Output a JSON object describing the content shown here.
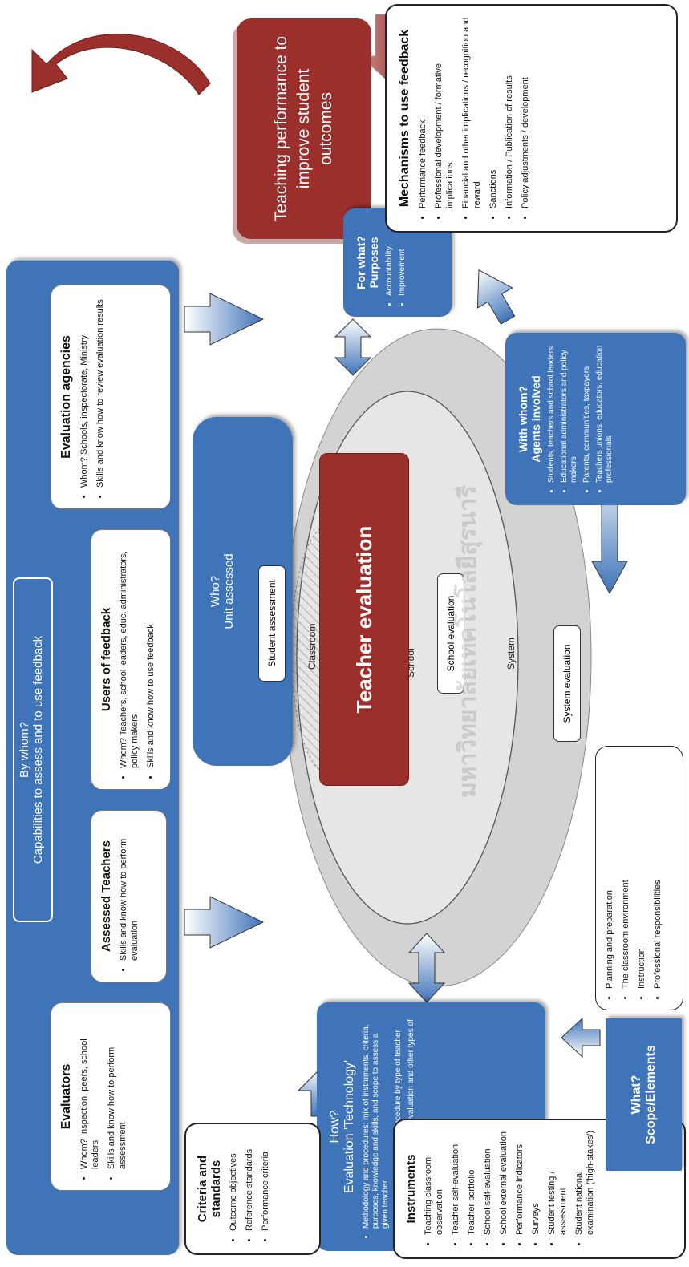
{
  "top_bar": {
    "title": "By whom?",
    "subtitle": "Capabilities to assess and to use feedback",
    "boxes": [
      {
        "title": "Evaluators",
        "items": [
          "Whom? Inspection, peers, school leaders",
          "Skills and know how to perform assessment"
        ]
      },
      {
        "title": "Assessed Teachers",
        "items": [
          "Skills and know how to perform evaluation"
        ]
      },
      {
        "title": "Users of feedback",
        "items": [
          "Whom? Teachers, school leaders, educ. administrators, policy makers",
          "Skills and know how to use feedback"
        ]
      },
      {
        "title": "Evaluation agencies",
        "items": [
          "Whom? Schools, inspectorate, Ministry",
          "Skills and know how to review evaluation results"
        ]
      }
    ]
  },
  "outcome": {
    "text": "Teaching performance to improve student outcomes"
  },
  "who": {
    "title": "Who?",
    "subtitle": "Unit assessed"
  },
  "center": {
    "title": "Teacher evaluation",
    "classroom": "Classroom",
    "school": "School",
    "system": "System",
    "student_assessment": "Student assessment",
    "school_evaluation": "School evaluation",
    "system_evaluation": "System evaluation"
  },
  "how": {
    "title": "How?",
    "subtitle": "Evaluation 'Technology'",
    "items": [
      "Methodology and procedures: mix of instruments, criteria, purposes, knowledge and skills, and scope to assess a given teacher",
      "Degree of differentiation of procedure by type of teacher",
      "Interrelation between teacher evaluation and other types of evaluation"
    ]
  },
  "criteria": {
    "title": "Criteria and standards",
    "items": [
      "Outcome objectives",
      "Reference standards",
      "Performance criteria"
    ]
  },
  "instruments": {
    "title": "Instruments",
    "items": [
      "Teaching classroom observation",
      "Teacher self-evaluation",
      "Teacher portfolio",
      "School self-evaluation",
      "School external evaluation",
      "Performance indicators",
      "Surveys",
      "Student testing / assessment",
      "Student national examination ('high-stakes')"
    ]
  },
  "what": {
    "title": "What?",
    "subtitle": "Scope/Elements"
  },
  "scope": {
    "items": [
      "Planning and preparation",
      "The classroom environment",
      "Instruction",
      "Professional responsibilities"
    ]
  },
  "purposes": {
    "title": "For what?",
    "subtitle": "Purposes",
    "items": [
      "Accountability",
      "Improvement"
    ]
  },
  "mechanisms": {
    "title": "Mechanisms to use feedback",
    "items": [
      "Performance feedback",
      "Professional development / formative implications",
      "Financial and other implications / recognition and reward",
      "Sanctions",
      "Information / Publication of results",
      "Policy adjustments / development"
    ]
  },
  "agents": {
    "title": "With whom?",
    "subtitle": "Agents involved",
    "items": [
      "Students, teachers and school leaders",
      "Educational administrators and policy makers",
      "Parents, communities, taxpayers",
      "Teachers unions, educators, education professionals"
    ]
  },
  "watermark": {
    "text": "มหาวิทยาลัยเทคโนโลยีสุรนารี"
  },
  "colors": {
    "blue": "#3f74b9",
    "red": "#9b2f2c",
    "ellipse": "#d3d3d3",
    "inner": "#e6e6e6"
  }
}
